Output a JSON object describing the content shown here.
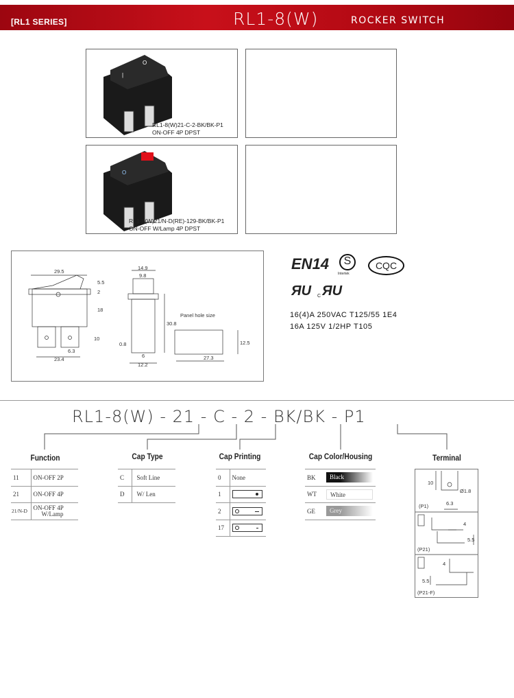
{
  "header": {
    "series": "[RL1 SERIES]",
    "model": "RL1-8(W)",
    "subtitle": "ROCKER SWITCH",
    "color": "#c8101a"
  },
  "photos": [
    {
      "part": "RL1-8(W)21-C-2-BK/BK-P1",
      "desc": "ON-OFF 4P DPST"
    },
    {
      "part": "RL1-8(W)21/N-D(RE)-129-BK/BK-P1",
      "desc": "ON-OFF W/Lamp 4P DPST"
    }
  ],
  "drawing": {
    "dims": [
      "29.5",
      "5.5",
      "2",
      "18",
      "10",
      "6.3",
      "23.4",
      "14.9",
      "9.8",
      "30.8",
      "0.8",
      "6",
      "12.2",
      "12.5",
      "27.3"
    ],
    "panel_label": "Panel hole size"
  },
  "certs": {
    "enec": "14",
    "intertek": "Intertek",
    "cqc": "CQC",
    "c": "C",
    "ratings": [
      "16(4)A 250VAC  T125/55  1E4",
      "16A  125V  1/2HP  T105"
    ]
  },
  "code": {
    "text": "RL1-8(W) - 21 - C - 2 - BK/BK - P1"
  },
  "function": {
    "title": "Function",
    "rows": [
      {
        "k": "11",
        "v": "ON-OFF  2P"
      },
      {
        "k": "21",
        "v": "ON-OFF    4P"
      },
      {
        "k": "21/N-D",
        "v": "ON-OFF    4P",
        "v2": "W/Lamp"
      }
    ]
  },
  "cap_type": {
    "title": "Cap Type",
    "rows": [
      {
        "k": "C",
        "v": "Soft  Line"
      },
      {
        "k": "D",
        "v": "W/ Len"
      }
    ]
  },
  "cap_printing": {
    "title": "Cap Printing",
    "rows": [
      {
        "k": "0",
        "v": "None"
      },
      {
        "k": "1"
      },
      {
        "k": "2"
      },
      {
        "k": "17"
      }
    ]
  },
  "cap_color": {
    "title": "Cap Color/Housing",
    "rows": [
      {
        "k": "BK",
        "v": "Black"
      },
      {
        "k": "WT",
        "v": "White"
      },
      {
        "k": "GE",
        "v": "Grey"
      }
    ]
  },
  "terminal": {
    "title": "Terminal",
    "items": [
      {
        "label": "(P1)",
        "d1": "10",
        "d2": "Ø1.8",
        "d3": "6.3"
      },
      {
        "label": "(P21)",
        "d1": "4",
        "d2": "5.5"
      },
      {
        "label": "(P21-F)",
        "d1": "4",
        "d2": "5.5"
      }
    ]
  }
}
